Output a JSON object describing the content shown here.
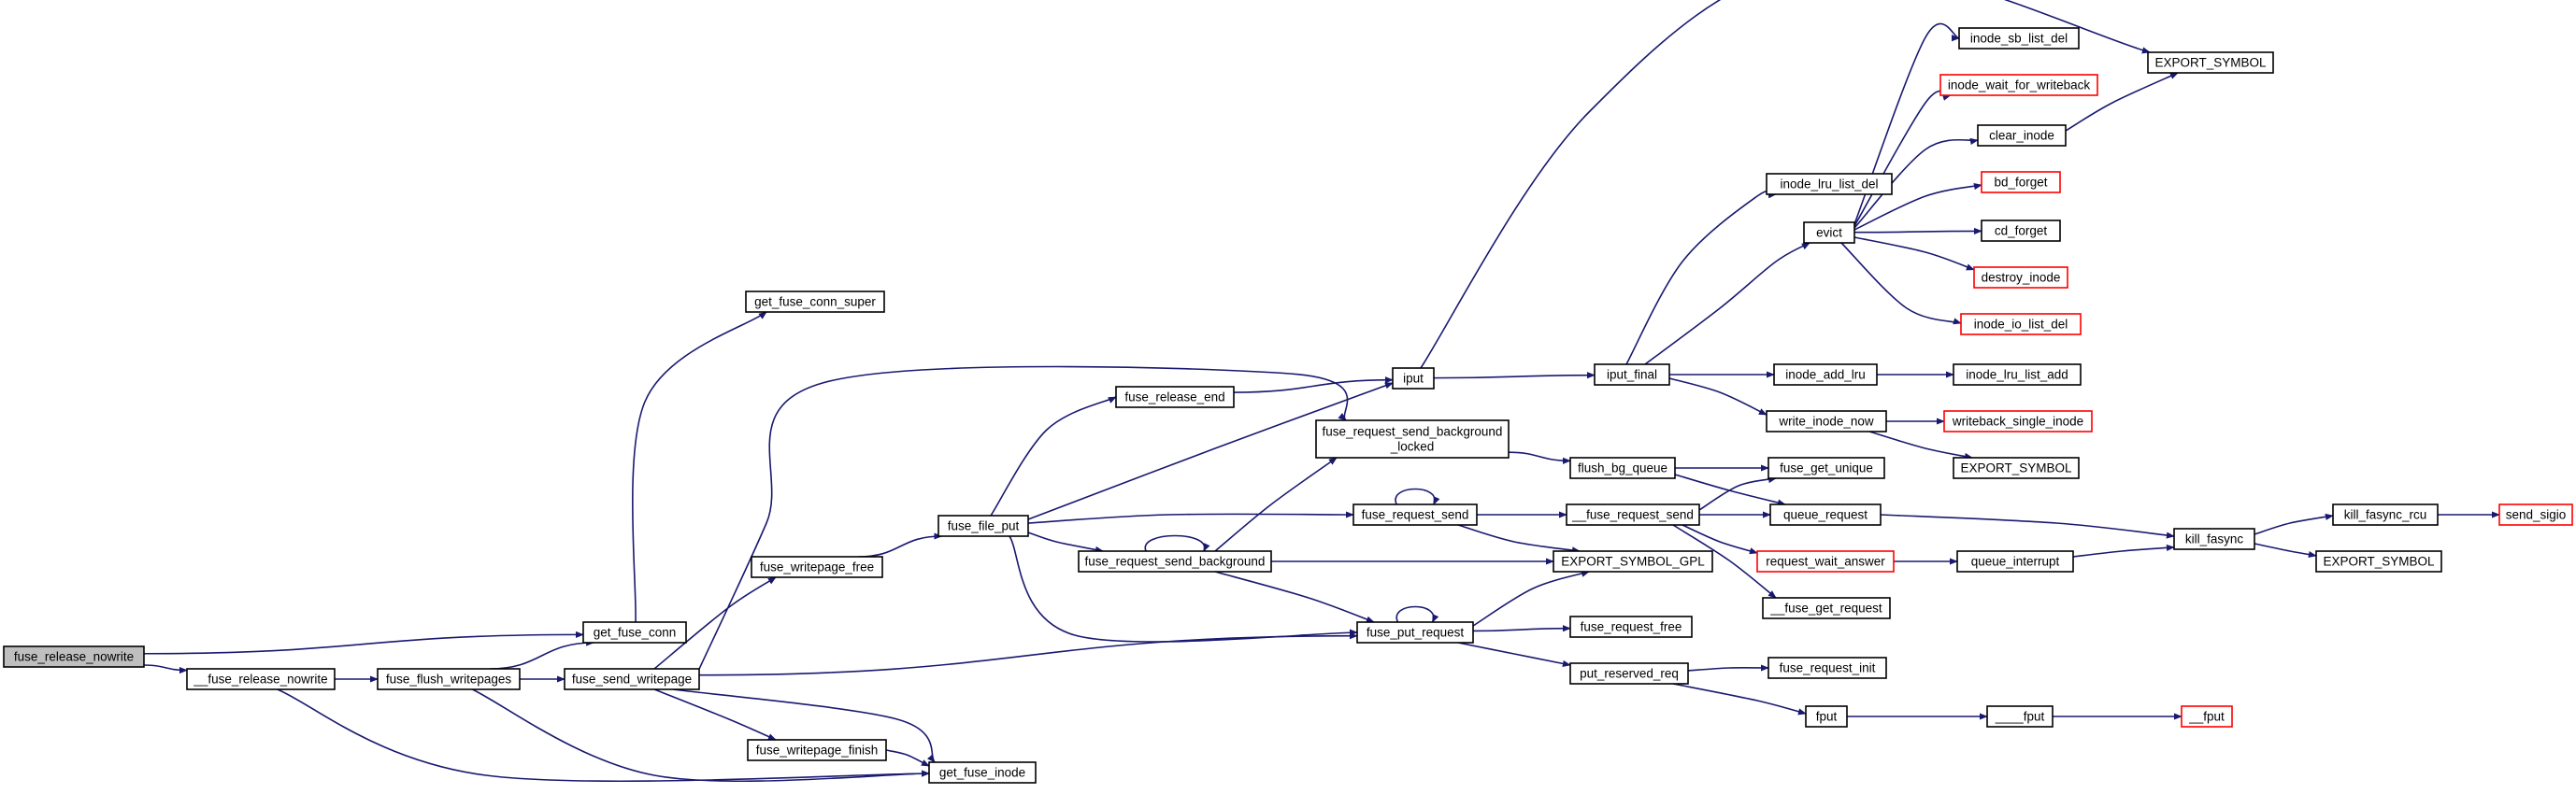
{
  "colors": {
    "edge": "#191970",
    "root_fill": "#bfbfbf",
    "node_border": "#000000",
    "truncated_border": "#ff0000"
  },
  "nodes": {
    "fuse_release_nowrite": {
      "label": "fuse_release_nowrite",
      "style": "root"
    },
    "__fuse_release_nowrite": {
      "label": "__fuse_release_nowrite",
      "style": "normal"
    },
    "fuse_flush_writepages": {
      "label": "fuse_flush_writepages",
      "style": "normal"
    },
    "get_fuse_conn": {
      "label": "get_fuse_conn",
      "style": "normal"
    },
    "get_fuse_conn_super": {
      "label": "get_fuse_conn_super",
      "style": "normal"
    },
    "fuse_send_writepage": {
      "label": "fuse_send_writepage",
      "style": "normal"
    },
    "fuse_writepage_free": {
      "label": "fuse_writepage_free",
      "style": "normal"
    },
    "fuse_writepage_finish": {
      "label": "fuse_writepage_finish",
      "style": "normal"
    },
    "get_fuse_inode": {
      "label": "get_fuse_inode",
      "style": "normal"
    },
    "fuse_file_put": {
      "label": "fuse_file_put",
      "style": "normal"
    },
    "fuse_release_end": {
      "label": "fuse_release_end",
      "style": "normal"
    },
    "fuse_request_send_background": {
      "label": "fuse_request_send_background",
      "style": "normal"
    },
    "fuse_request_send_background_locked": {
      "label": "fuse_request_send_background\n_locked",
      "style": "normal"
    },
    "fuse_request_send": {
      "label": "fuse_request_send",
      "style": "normal"
    },
    "fuse_put_request": {
      "label": "fuse_put_request",
      "style": "normal"
    },
    "iput": {
      "label": "iput",
      "style": "normal"
    },
    "flush_bg_queue": {
      "label": "flush_bg_queue",
      "style": "normal"
    },
    "__fuse_request_send": {
      "label": "__fuse_request_send",
      "style": "normal"
    },
    "EXPORT_SYMBOL_GPL": {
      "label": "EXPORT_SYMBOL_GPL",
      "style": "normal"
    },
    "fuse_request_free": {
      "label": "fuse_request_free",
      "style": "normal"
    },
    "put_reserved_req": {
      "label": "put_reserved_req",
      "style": "normal"
    },
    "iput_final": {
      "label": "iput_final",
      "style": "normal"
    },
    "fuse_get_unique": {
      "label": "fuse_get_unique",
      "style": "normal"
    },
    "queue_request": {
      "label": "queue_request",
      "style": "normal"
    },
    "request_wait_answer": {
      "label": "request_wait_answer",
      "style": "red"
    },
    "__fuse_get_request": {
      "label": "__fuse_get_request",
      "style": "normal"
    },
    "fuse_request_init": {
      "label": "fuse_request_init",
      "style": "normal"
    },
    "fput": {
      "label": "fput",
      "style": "normal"
    },
    "inode_lru_list_del": {
      "label": "inode_lru_list_del",
      "style": "normal"
    },
    "evict": {
      "label": "evict",
      "style": "normal"
    },
    "inode_add_lru": {
      "label": "inode_add_lru",
      "style": "normal"
    },
    "write_inode_now": {
      "label": "write_inode_now",
      "style": "normal"
    },
    "queue_interrupt": {
      "label": "queue_interrupt",
      "style": "normal"
    },
    "____fput": {
      "label": "____fput",
      "style": "normal"
    },
    "inode_sb_list_del": {
      "label": "inode_sb_list_del",
      "style": "normal"
    },
    "inode_wait_for_writeback": {
      "label": "inode_wait_for_writeback",
      "style": "red"
    },
    "clear_inode": {
      "label": "clear_inode",
      "style": "normal"
    },
    "bd_forget": {
      "label": "bd_forget",
      "style": "red"
    },
    "cd_forget": {
      "label": "cd_forget",
      "style": "normal"
    },
    "destroy_inode": {
      "label": "destroy_inode",
      "style": "red"
    },
    "inode_io_list_del": {
      "label": "inode_io_list_del",
      "style": "red"
    },
    "inode_lru_list_add": {
      "label": "inode_lru_list_add",
      "style": "normal"
    },
    "writeback_single_inode": {
      "label": "writeback_single_inode",
      "style": "red"
    },
    "EXPORT_SYMBOL_1": {
      "label": "EXPORT_SYMBOL",
      "style": "normal"
    },
    "EXPORT_SYMBOL_2": {
      "label": "EXPORT_SYMBOL",
      "style": "normal"
    },
    "EXPORT_SYMBOL_3": {
      "label": "EXPORT_SYMBOL",
      "style": "normal"
    },
    "kill_fasync": {
      "label": "kill_fasync",
      "style": "normal"
    },
    "kill_fasync_rcu": {
      "label": "kill_fasync_rcu",
      "style": "normal"
    },
    "__fput": {
      "label": "__fput",
      "style": "red"
    },
    "send_sigio": {
      "label": "send_sigio",
      "style": "red"
    }
  },
  "edges": [
    [
      "fuse_release_nowrite",
      "get_fuse_conn"
    ],
    [
      "fuse_release_nowrite",
      "__fuse_release_nowrite"
    ],
    [
      "__fuse_release_nowrite",
      "fuse_flush_writepages"
    ],
    [
      "__fuse_release_nowrite",
      "get_fuse_inode"
    ],
    [
      "fuse_flush_writepages",
      "get_fuse_conn"
    ],
    [
      "fuse_flush_writepages",
      "fuse_send_writepage"
    ],
    [
      "fuse_flush_writepages",
      "get_fuse_inode"
    ],
    [
      "get_fuse_conn",
      "get_fuse_conn_super"
    ],
    [
      "fuse_send_writepage",
      "fuse_writepage_free"
    ],
    [
      "fuse_send_writepage",
      "fuse_request_send_background_locked"
    ],
    [
      "fuse_send_writepage",
      "fuse_put_request"
    ],
    [
      "fuse_send_writepage",
      "fuse_writepage_finish"
    ],
    [
      "fuse_send_writepage",
      "get_fuse_inode"
    ],
    [
      "fuse_writepage_finish",
      "get_fuse_inode"
    ],
    [
      "fuse_writepage_free",
      "fuse_file_put"
    ],
    [
      "fuse_file_put",
      "fuse_release_end"
    ],
    [
      "fuse_file_put",
      "iput"
    ],
    [
      "fuse_file_put",
      "fuse_request_send"
    ],
    [
      "fuse_file_put",
      "fuse_request_send_background"
    ],
    [
      "fuse_file_put",
      "fuse_put_request"
    ],
    [
      "fuse_release_end",
      "iput"
    ],
    [
      "fuse_request_send_background",
      "fuse_request_send_background_locked"
    ],
    [
      "fuse_request_send_background",
      "EXPORT_SYMBOL_GPL"
    ],
    [
      "fuse_request_send_background",
      "fuse_put_request"
    ],
    [
      "fuse_request_send_background",
      "fuse_request_send_background"
    ],
    [
      "fuse_request_send_background_locked",
      "flush_bg_queue"
    ],
    [
      "fuse_request_send",
      "fuse_request_send"
    ],
    [
      "fuse_request_send",
      "__fuse_request_send"
    ],
    [
      "fuse_request_send",
      "EXPORT_SYMBOL_GPL"
    ],
    [
      "fuse_put_request",
      "fuse_put_request"
    ],
    [
      "fuse_put_request",
      "EXPORT_SYMBOL_GPL"
    ],
    [
      "fuse_put_request",
      "fuse_request_free"
    ],
    [
      "fuse_put_request",
      "put_reserved_req"
    ],
    [
      "iput",
      "EXPORT_SYMBOL_1"
    ],
    [
      "iput",
      "iput_final"
    ],
    [
      "iput_final",
      "inode_lru_list_del"
    ],
    [
      "iput_final",
      "evict"
    ],
    [
      "iput_final",
      "inode_add_lru"
    ],
    [
      "iput_final",
      "write_inode_now"
    ],
    [
      "evict",
      "inode_sb_list_del"
    ],
    [
      "evict",
      "inode_wait_for_writeback"
    ],
    [
      "evict",
      "clear_inode"
    ],
    [
      "evict",
      "bd_forget"
    ],
    [
      "evict",
      "cd_forget"
    ],
    [
      "evict",
      "destroy_inode"
    ],
    [
      "evict",
      "inode_io_list_del"
    ],
    [
      "clear_inode",
      "EXPORT_SYMBOL_1"
    ],
    [
      "inode_add_lru",
      "inode_lru_list_add"
    ],
    [
      "write_inode_now",
      "writeback_single_inode"
    ],
    [
      "write_inode_now",
      "EXPORT_SYMBOL_2"
    ],
    [
      "flush_bg_queue",
      "fuse_get_unique"
    ],
    [
      "flush_bg_queue",
      "queue_request"
    ],
    [
      "__fuse_request_send",
      "fuse_get_unique"
    ],
    [
      "__fuse_request_send",
      "queue_request"
    ],
    [
      "__fuse_request_send",
      "request_wait_answer"
    ],
    [
      "__fuse_request_send",
      "__fuse_get_request"
    ],
    [
      "queue_request",
      "kill_fasync"
    ],
    [
      "request_wait_answer",
      "queue_interrupt"
    ],
    [
      "queue_interrupt",
      "kill_fasync"
    ],
    [
      "kill_fasync",
      "kill_fasync_rcu"
    ],
    [
      "kill_fasync",
      "EXPORT_SYMBOL_3"
    ],
    [
      "kill_fasync_rcu",
      "send_sigio"
    ],
    [
      "put_reserved_req",
      "fuse_request_init"
    ],
    [
      "put_reserved_req",
      "fput"
    ],
    [
      "fput",
      "____fput"
    ],
    [
      "____fput",
      "__fput"
    ]
  ]
}
